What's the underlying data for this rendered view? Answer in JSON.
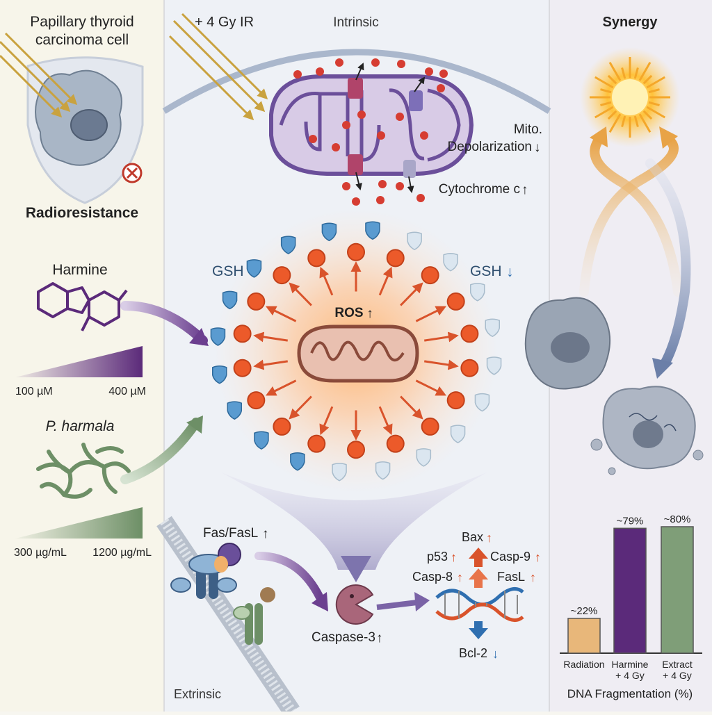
{
  "left": {
    "cell_title_line1": "Papillary thyroid",
    "cell_title_line2": "carcinoma cell",
    "radioresistance": "Radioresistance",
    "harmine_title": "Harmine",
    "harmine_low": "100 µM",
    "harmine_high": "400 µM",
    "pharmala_title": "P. harmala",
    "pharmala_low": "300 µg/mL",
    "pharmala_high": "1200 µg/mL"
  },
  "center": {
    "irradiation": "+ 4 Gy IR",
    "intrinsic": "Intrinsic",
    "mito_line1": "Mito.",
    "mito_line2": "Depolarization",
    "mito_arrow": "↓",
    "cytochrome": "Cytochrome c",
    "cytochrome_arrow": "↑",
    "gsh_left": "GSH",
    "gsh_right": "GSH",
    "gsh_arrow": "↓",
    "ros": "ROS",
    "ros_arrow": "↑",
    "fas": "Fas/FasL",
    "fas_arrow": "↑",
    "caspase3": "Caspase-3",
    "caspase3_arrow": "↑",
    "bax": "Bax",
    "p53": "p53",
    "casp9": "Casp-9",
    "casp8": "Casp-8",
    "fasl": "FasL",
    "bcl2": "Bcl-2",
    "up_arrow": "↑",
    "down_arrow": "↓",
    "extrinsic": "Extrinsic"
  },
  "right": {
    "synergy": "Synergy"
  },
  "colors": {
    "harmine": "#5b2a7a",
    "pharmala": "#6d8f66",
    "radiation": "#e8b77a",
    "up": "#d9532b",
    "down": "#2f6fb0"
  },
  "chart_data": {
    "type": "bar",
    "categories": [
      "Radiation",
      "Harmine + 4 Gy",
      "Extract + 4 Gy"
    ],
    "category_lines": [
      [
        "Radiation"
      ],
      [
        "Harmine",
        "+ 4 Gy"
      ],
      [
        "Extract",
        "+ 4 Gy"
      ]
    ],
    "values": [
      22,
      79,
      80
    ],
    "value_labels": [
      "~22%",
      "~79%",
      "~80%"
    ],
    "xlabel": "DNA Fragmentation (%)",
    "ylim": [
      0,
      100
    ],
    "colors": [
      "#e8b77a",
      "#5b2a7a",
      "#7f9e78"
    ]
  }
}
